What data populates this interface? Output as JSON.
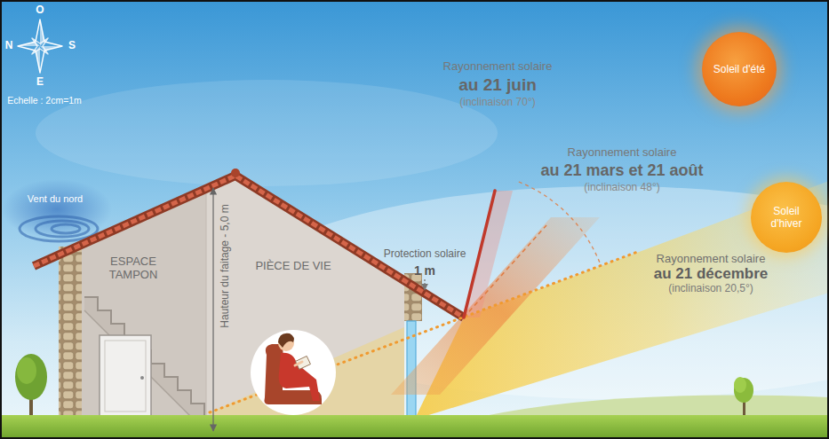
{
  "diagram": {
    "nodes": [
      {
        "text": [
          "Soleil d'été"
        ]
      },
      {
        "text": [
          "Soleil d'hiver"
        ]
      }
    ],
    "labels": [
      "O",
      "N",
      "S",
      "E",
      "Echelle : 2cm=1m",
      "Vent du nord",
      "ESPACE TAMPON",
      "PIÈCE DE VIE",
      "Hauteur du faitage - 5,0 m",
      "Protection solaire",
      "1 m",
      "Rayonnement solaire",
      "au 21 juin",
      "(inclinaison 70°)",
      "Rayonnement solaire",
      "au 21 mars et 21 août",
      "(inclinaison 48°)",
      "Rayonnement solaire",
      "au 21 décembre",
      "(inclinaison 20,5°)"
    ]
  }
}
